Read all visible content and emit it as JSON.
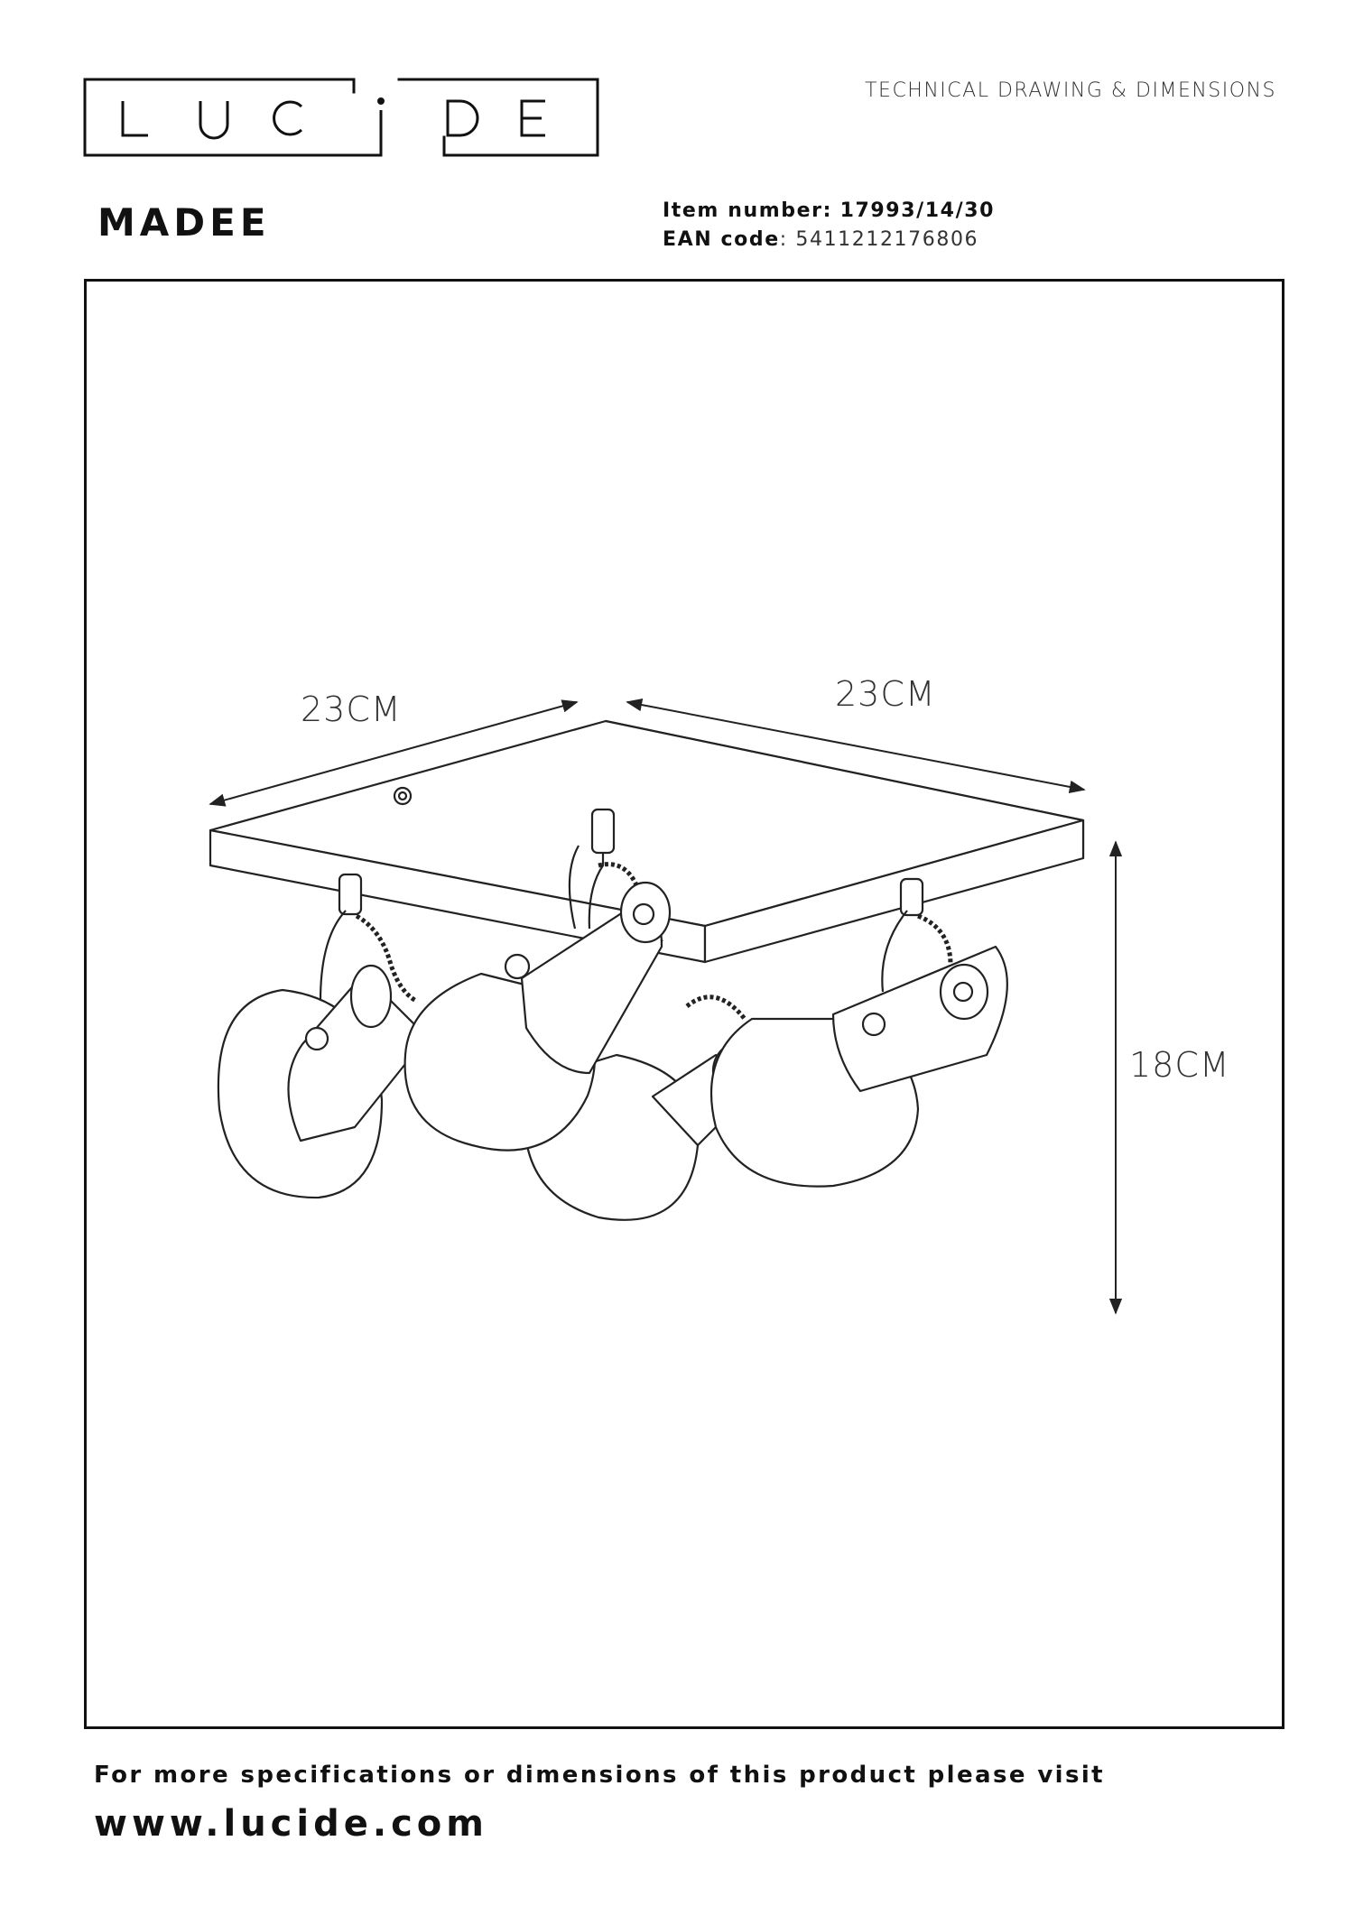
{
  "header": {
    "logo_text": "LUCIDE",
    "doc_type": "TECHNICAL DRAWING & DIMENSIONS"
  },
  "product": {
    "name": "MADEE",
    "item_number_label": "Item number:",
    "item_number": "17993/14/30",
    "ean_label": "EAN code",
    "ean": "5411212176806"
  },
  "dimensions": {
    "width": "23CM",
    "depth": "23CM",
    "height": "18CM"
  },
  "footer": {
    "note": "For more specifications or dimensions of this product please visit",
    "url": "www.lucide.com"
  },
  "colors": {
    "line": "#111111",
    "text": "#333333"
  }
}
